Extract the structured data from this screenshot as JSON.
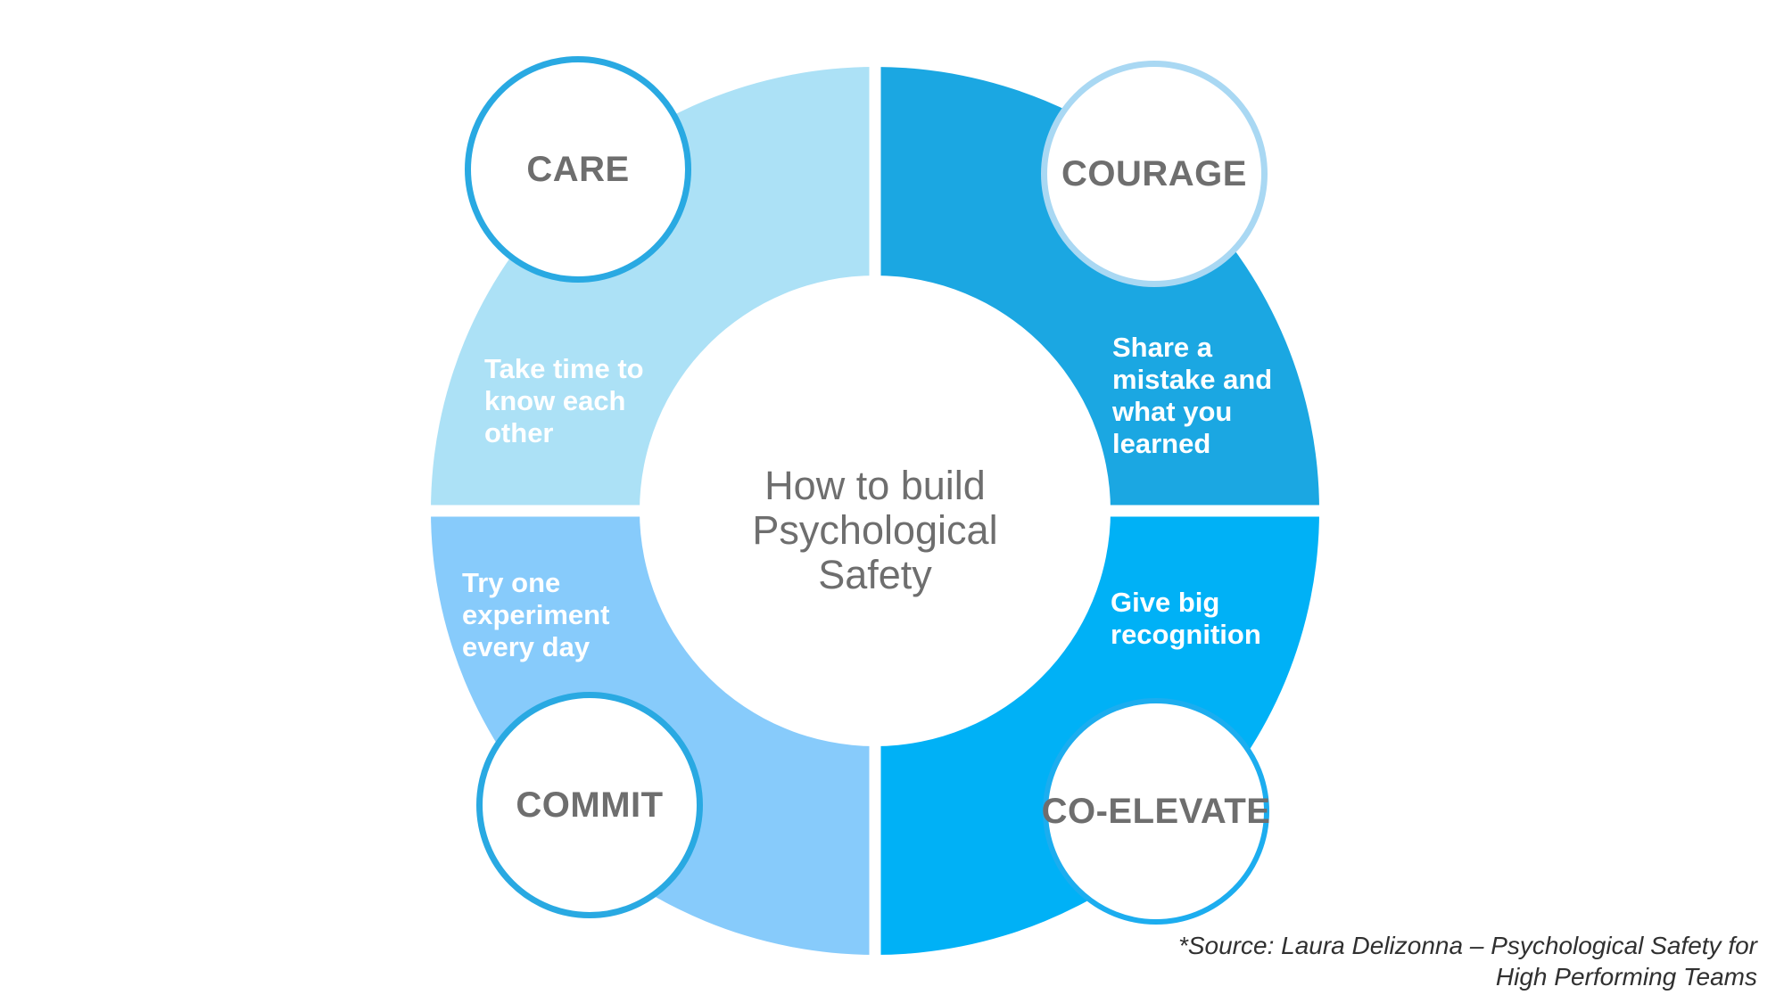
{
  "title": "How to build\nPsychological\nSafety",
  "segments": {
    "care": {
      "label": "CARE",
      "tip": "Take time to\nknow each\nother",
      "ring_color": "#ACE1F6",
      "circle_border": "#29A9E2"
    },
    "courage": {
      "label": "COURAGE",
      "tip": "Share a\nmistake and\nwhat you\nlearned",
      "ring_color": "#1BA7E2",
      "circle_border": "#A9D8F3"
    },
    "commit": {
      "label": "COMMIT",
      "tip": "Try one\nexperiment\nevery day",
      "ring_color": "#87CBFB",
      "circle_border": "#29A9E2"
    },
    "co_elevate": {
      "label": "CO-ELEVATE",
      "tip": "Give big\nrecognition",
      "ring_color": "#00B1F6",
      "circle_border": "#1CADEF"
    }
  },
  "source": "*Source: Laura Delizonna – Psychological Safety for\nHigh Performing Teams",
  "text_colors": {
    "labels": "#6E6E6E",
    "title": "#6E6E6E",
    "tips": "#FFFFFF",
    "source": "#303030"
  }
}
